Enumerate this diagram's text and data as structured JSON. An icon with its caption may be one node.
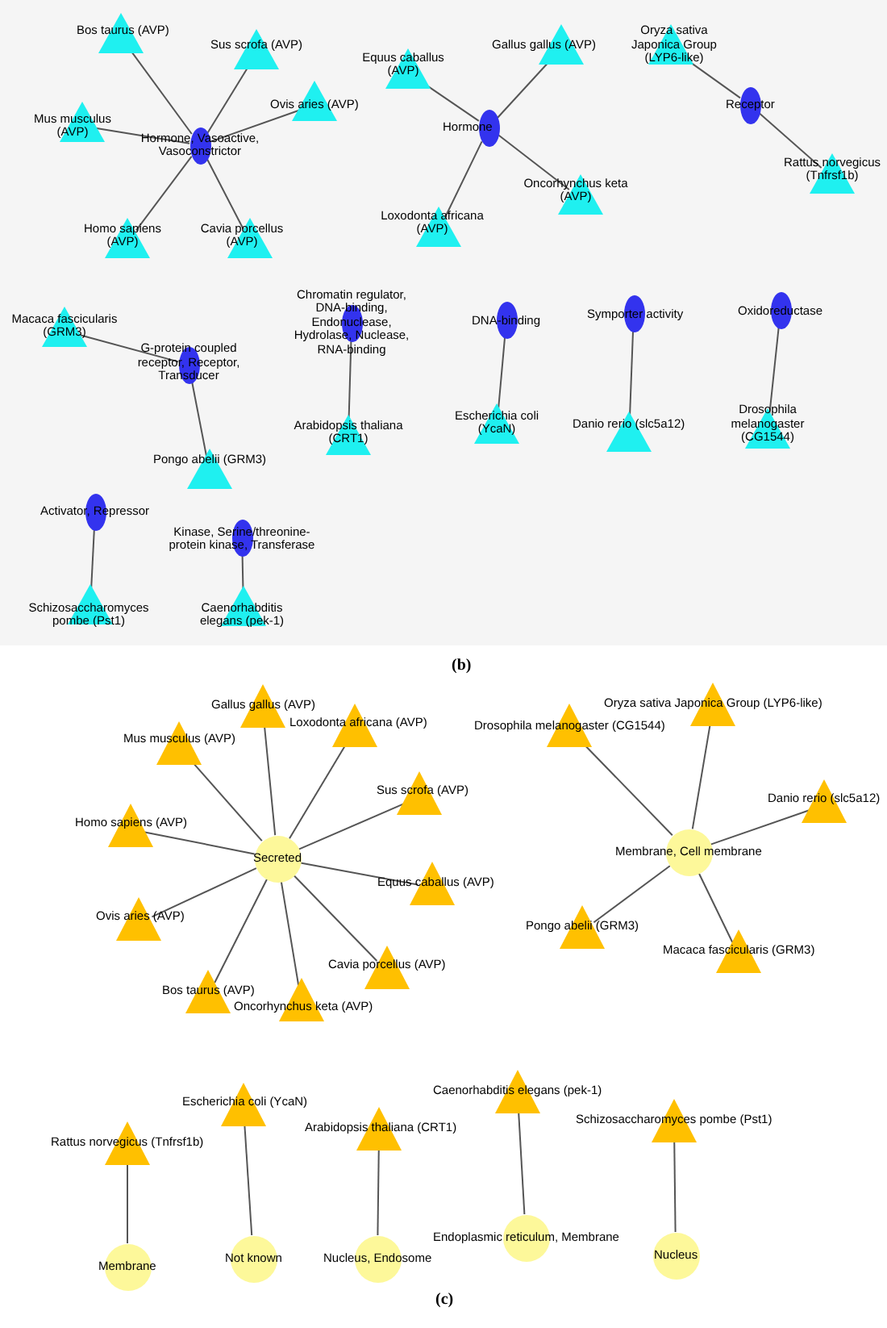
{
  "diagram": {
    "nodes": [
      {
        "text": [
          "Hormone, Vasoactive, Vasoconstrictor"
        ]
      },
      {
        "text": [
          "Bos taurus (AVP)"
        ]
      },
      {
        "text": [
          "Sus scrofa (AVP)"
        ]
      },
      {
        "text": [
          "Mus musculus (AVP)"
        ]
      },
      {
        "text": [
          "Ovis aries (AVP)"
        ]
      },
      {
        "text": [
          "Homo sapiens (AVP)"
        ]
      },
      {
        "text": [
          "Cavia porcellus (AVP)"
        ]
      },
      {
        "text": [
          "Hormone"
        ]
      },
      {
        "text": [
          "Equus caballus (AVP)"
        ]
      },
      {
        "text": [
          "Gallus gallus (AVP)"
        ]
      },
      {
        "text": [
          "Oncorhynchus keta (AVP)"
        ]
      },
      {
        "text": [
          "Loxodonta africana (AVP)"
        ]
      },
      {
        "text": [
          "Receptor"
        ]
      },
      {
        "text": [
          "Oryza sativa Japonica Group (LYP6-like)"
        ]
      },
      {
        "text": [
          "Rattus norvegicus (Tnfrsf1b)"
        ]
      },
      {
        "text": [
          "G-protein coupled receptor, Receptor, Transducer"
        ]
      },
      {
        "text": [
          "Macaca fascicularis (GRM3)"
        ]
      },
      {
        "text": [
          "Pongo abelii (GRM3)"
        ]
      },
      {
        "text": [
          "Chromatin regulator, DNA-binding, Endonuclease, Hydrolase, Nuclease, RNA-binding"
        ]
      },
      {
        "text": [
          "Arabidopsis thaliana (CRT1)"
        ]
      },
      {
        "text": [
          "DNA-binding"
        ]
      },
      {
        "text": [
          "Escherichia coli (YcaN)"
        ]
      },
      {
        "text": [
          "Symporter activity"
        ]
      },
      {
        "text": [
          "Danio rerio (slc5a12)"
        ]
      },
      {
        "text": [
          "Oxidoreductase"
        ]
      },
      {
        "text": [
          "Drosophila melanogaster (CG1544)"
        ]
      },
      {
        "text": [
          "Activator, Repressor"
        ]
      },
      {
        "text": [
          "Schizosaccharomyces pombe (Pst1)"
        ]
      },
      {
        "text": [
          "Kinase, Serine/threonine-protein kinase, Transferase"
        ]
      },
      {
        "text": [
          "Caenorhabditis elegans (pek-1)"
        ]
      },
      {
        "text": [
          "Secreted"
        ]
      },
      {
        "text": [
          "Gallus gallus (AVP)"
        ]
      },
      {
        "text": [
          "Loxodonta africana (AVP)"
        ]
      },
      {
        "text": [
          "Mus musculus (AVP)"
        ]
      },
      {
        "text": [
          "Sus scrofa (AVP)"
        ]
      },
      {
        "text": [
          "Homo sapiens (AVP)"
        ]
      },
      {
        "text": [
          "Equus caballus (AVP)"
        ]
      },
      {
        "text": [
          "Ovis aries (AVP)"
        ]
      },
      {
        "text": [
          "Cavia porcellus (AVP)"
        ]
      },
      {
        "text": [
          "Bos taurus (AVP)"
        ]
      },
      {
        "text": [
          "Oncorhynchus keta (AVP)"
        ]
      },
      {
        "text": [
          "Membrane, Cell membrane"
        ]
      },
      {
        "text": [
          "Oryza sativa Japonica Group (LYP6-like)"
        ]
      },
      {
        "text": [
          "Drosophila melanogaster (CG1544)"
        ]
      },
      {
        "text": [
          "Danio rerio (slc5a12)"
        ]
      },
      {
        "text": [
          "Pongo abelii (GRM3)"
        ]
      },
      {
        "text": [
          "Macaca fascicularis (GRM3)"
        ]
      },
      {
        "text": [
          "Rattus norvegicus (Tnfrsf1b)"
        ]
      },
      {
        "text": [
          "Membrane"
        ]
      },
      {
        "text": [
          "Escherichia coli (YcaN)"
        ]
      },
      {
        "text": [
          "Not known"
        ]
      },
      {
        "text": [
          "Arabidopsis thaliana (CRT1)"
        ]
      },
      {
        "text": [
          "Nucleus, Endosome"
        ]
      },
      {
        "text": [
          "Caenorhabditis elegans (pek-1)"
        ]
      },
      {
        "text": [
          "Endoplasmic reticulum, Membrane"
        ]
      },
      {
        "text": [
          "Schizosaccharomyces pombe (Pst1)"
        ]
      },
      {
        "text": [
          "Nucleus"
        ]
      }
    ],
    "edges": [
      {
        "from": 0,
        "to": 1,
        "arrow": "none"
      },
      {
        "from": 0,
        "to": 2,
        "arrow": "none"
      },
      {
        "from": 0,
        "to": 3,
        "arrow": "none"
      },
      {
        "from": 0,
        "to": 4,
        "arrow": "none"
      },
      {
        "from": 0,
        "to": 5,
        "arrow": "none"
      },
      {
        "from": 0,
        "to": 6,
        "arrow": "none"
      },
      {
        "from": 7,
        "to": 8,
        "arrow": "none"
      },
      {
        "from": 7,
        "to": 9,
        "arrow": "none"
      },
      {
        "from": 7,
        "to": 10,
        "arrow": "none"
      },
      {
        "from": 7,
        "to": 11,
        "arrow": "none"
      },
      {
        "from": 12,
        "to": 13,
        "arrow": "none"
      },
      {
        "from": 12,
        "to": 14,
        "arrow": "none"
      },
      {
        "from": 15,
        "to": 16,
        "arrow": "none"
      },
      {
        "from": 15,
        "to": 17,
        "arrow": "none"
      },
      {
        "from": 18,
        "to": 19,
        "arrow": "none"
      },
      {
        "from": 20,
        "to": 21,
        "arrow": "none"
      },
      {
        "from": 22,
        "to": 23,
        "arrow": "none"
      },
      {
        "from": 24,
        "to": 25,
        "arrow": "none"
      },
      {
        "from": 26,
        "to": 27,
        "arrow": "none"
      },
      {
        "from": 28,
        "to": 29,
        "arrow": "none"
      },
      {
        "from": 30,
        "to": 31,
        "arrow": "none"
      },
      {
        "from": 30,
        "to": 32,
        "arrow": "none"
      },
      {
        "from": 30,
        "to": 33,
        "arrow": "none"
      },
      {
        "from": 30,
        "to": 34,
        "arrow": "none"
      },
      {
        "from": 30,
        "to": 35,
        "arrow": "none"
      },
      {
        "from": 30,
        "to": 36,
        "arrow": "none"
      },
      {
        "from": 30,
        "to": 37,
        "arrow": "none"
      },
      {
        "from": 30,
        "to": 38,
        "arrow": "none"
      },
      {
        "from": 30,
        "to": 39,
        "arrow": "none"
      },
      {
        "from": 30,
        "to": 40,
        "arrow": "none"
      },
      {
        "from": 41,
        "to": 42,
        "arrow": "none"
      },
      {
        "from": 41,
        "to": 43,
        "arrow": "none"
      },
      {
        "from": 41,
        "to": 44,
        "arrow": "none"
      },
      {
        "from": 41,
        "to": 45,
        "arrow": "none"
      },
      {
        "from": 41,
        "to": 46,
        "arrow": "none"
      },
      {
        "from": 47,
        "to": 48,
        "arrow": "none"
      },
      {
        "from": 49,
        "to": 50,
        "arrow": "none"
      },
      {
        "from": 51,
        "to": 52,
        "arrow": "none"
      },
      {
        "from": 53,
        "to": 54,
        "arrow": "none"
      },
      {
        "from": 55,
        "to": 56,
        "arrow": "none"
      }
    ],
    "labels": [
      "(b)",
      "(c)"
    ]
  }
}
